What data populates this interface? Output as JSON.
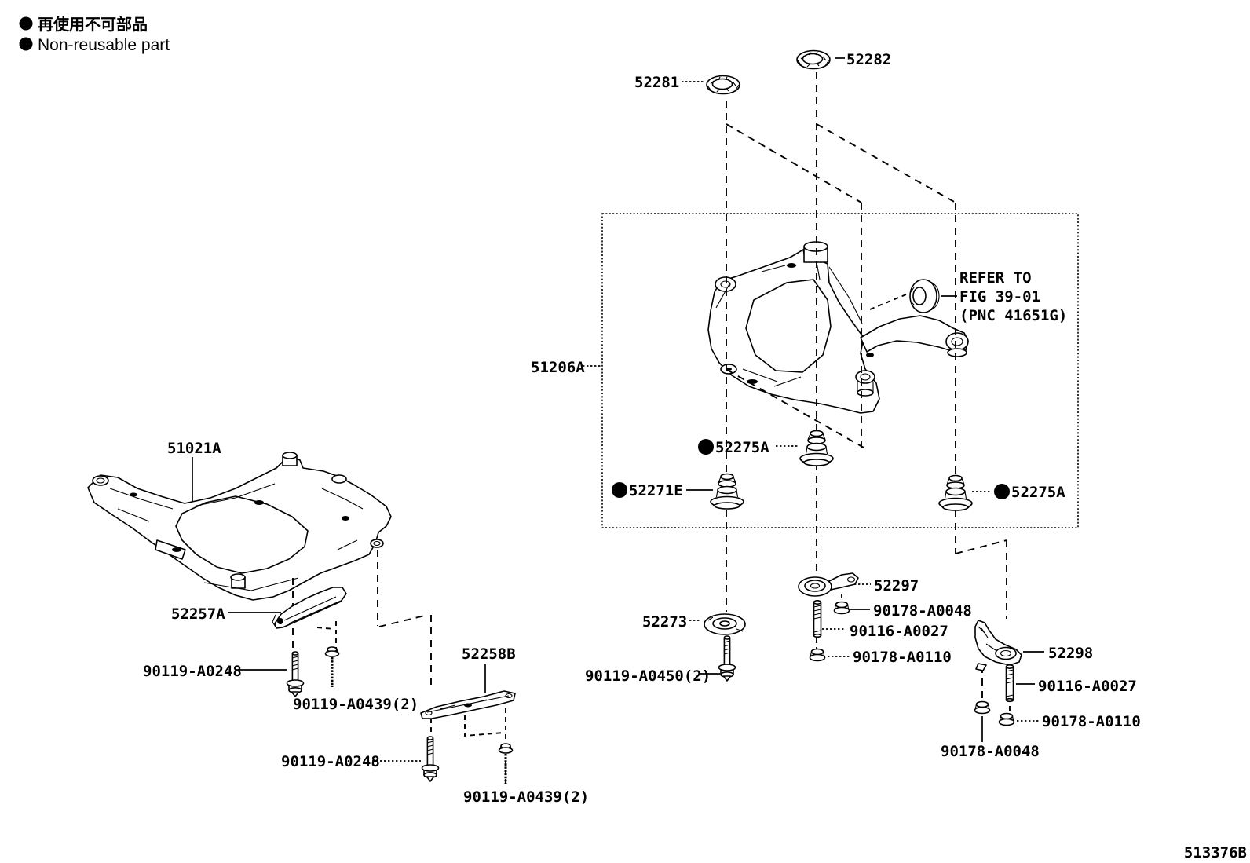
{
  "colors": {
    "line": "#000000",
    "background": "#ffffff"
  },
  "legend": {
    "non_reusable_jp": "再使用不可部品",
    "non_reusable_en": "Non-reusable part"
  },
  "refer_note": {
    "line1": "REFER TO",
    "line2": "FIG 39-01",
    "line3": "(PNC 41651G)"
  },
  "figure_code": "513376B",
  "parts": {
    "p51021A": {
      "label": "51021A",
      "non_reusable": false
    },
    "p51206A": {
      "label": "51206A",
      "non_reusable": false
    },
    "p52281": {
      "label": "52281",
      "non_reusable": false
    },
    "p52282": {
      "label": "52282",
      "non_reusable": false
    },
    "p52271E": {
      "label": "52271E",
      "non_reusable": true
    },
    "p52275A_left": {
      "label": "52275A",
      "non_reusable": true
    },
    "p52275A_right": {
      "label": "52275A",
      "non_reusable": true
    },
    "p52257A": {
      "label": "52257A",
      "non_reusable": false
    },
    "p52258B": {
      "label": "52258B",
      "non_reusable": false
    },
    "p52273": {
      "label": "52273",
      "non_reusable": false
    },
    "p52297": {
      "label": "52297",
      "non_reusable": false
    },
    "p52298": {
      "label": "52298",
      "non_reusable": false
    },
    "p90119_A0248_1": {
      "label": "90119-A0248",
      "non_reusable": false
    },
    "p90119_A0248_2": {
      "label": "90119-A0248",
      "non_reusable": false
    },
    "p90119_A0439_1": {
      "label": "90119-A0439(2)",
      "non_reusable": false
    },
    "p90119_A0439_2": {
      "label": "90119-A0439(2)",
      "non_reusable": false
    },
    "p90119_A0450": {
      "label": "90119-A0450(2)",
      "non_reusable": false
    },
    "p90116_A0027_mid": {
      "label": "90116-A0027",
      "non_reusable": false
    },
    "p90116_A0027_right": {
      "label": "90116-A0027",
      "non_reusable": false
    },
    "p90178_A0048_mid": {
      "label": "90178-A0048",
      "non_reusable": false
    },
    "p90178_A0048_right": {
      "label": "90178-A0048",
      "non_reusable": false
    },
    "p90178_A0110_mid": {
      "label": "90178-A0110",
      "non_reusable": false
    },
    "p90178_A0110_right": {
      "label": "90178-A0110",
      "non_reusable": false
    }
  }
}
